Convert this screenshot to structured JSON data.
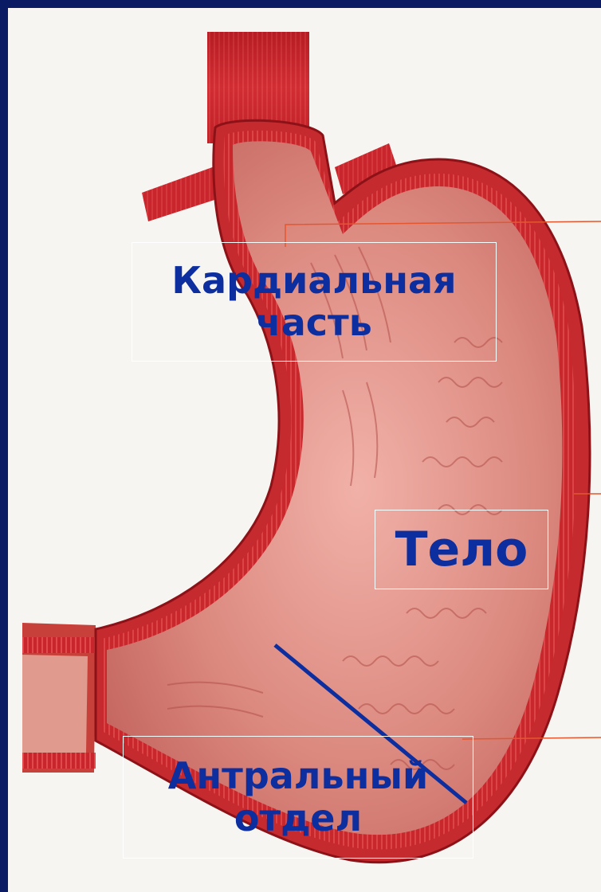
{
  "labels": {
    "cardiac": "Кардиальная\nчасть",
    "body": "Тело",
    "antral": "Антральный\nотдел"
  },
  "colors": {
    "frame": "#0a1a63",
    "label_text": "#0d2e9e",
    "pointer_line": "#e4572e",
    "divider_line": "#0d2e9e",
    "muscle": "#c0252a",
    "mucosa": "#d9867e"
  },
  "icons": {
    "illustration": "stomach-anatomy-illustration"
  }
}
